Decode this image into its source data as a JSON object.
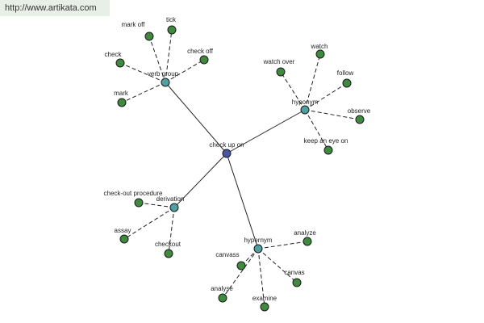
{
  "header": {
    "url": "http://www.artikata.com"
  },
  "colors": {
    "center": "#4a55a8",
    "category": "#4fa0a0",
    "leaf": "#3f8a3f"
  },
  "graph": {
    "center": {
      "label": "check up on"
    },
    "groups": [
      {
        "label": "verb group",
        "leaves": [
          "check",
          "mark off",
          "tick",
          "check off",
          "mark"
        ]
      },
      {
        "label": "hyponym",
        "leaves": [
          "watch over",
          "watch",
          "follow",
          "observe",
          "keep an eye on"
        ]
      },
      {
        "label": "derivation",
        "leaves": [
          "check-out procedure",
          "assay",
          "checkout"
        ]
      },
      {
        "label": "hypernym",
        "leaves": [
          "canvass",
          "analyze",
          "canvas",
          "analyse",
          "examine"
        ]
      }
    ]
  }
}
